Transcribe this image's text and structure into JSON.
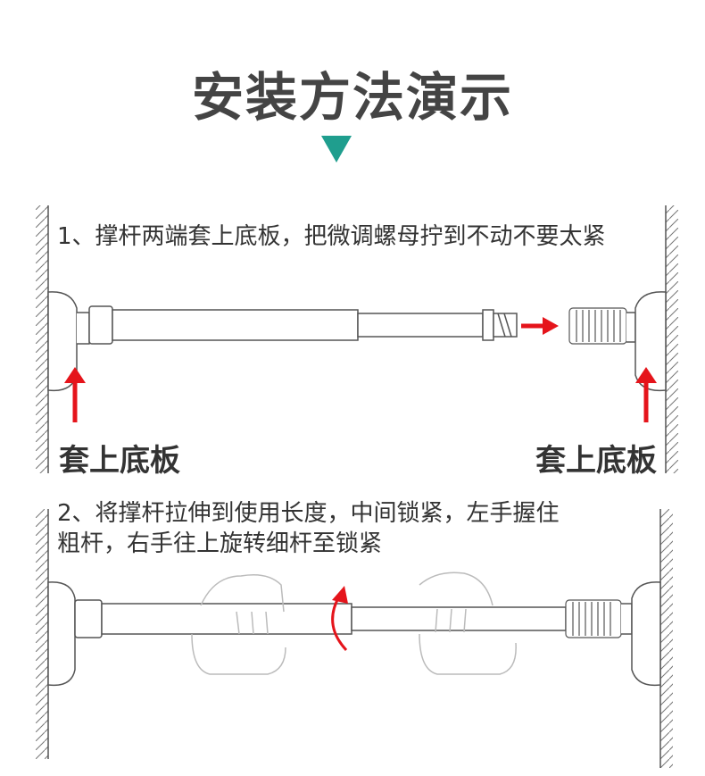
{
  "title": "安装方法演示",
  "step1": {
    "text": "1、撑杆两端套上底板，把微调螺母拧到不动不要太紧",
    "label_left": "套上底板",
    "label_right": "套上底板"
  },
  "step2": {
    "line1": "2、将撑杆拉伸到使用长度，中间锁紧，左手握住",
    "line2": "粗杆，右手往上旋转细杆至锁紧"
  },
  "colors": {
    "accent": "#1f9e8e",
    "arrow": "#e5141b",
    "line": "#555555"
  }
}
